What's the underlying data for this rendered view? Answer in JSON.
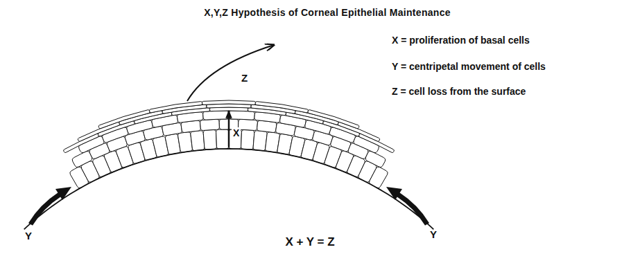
{
  "diagram": {
    "title": "X,Y,Z Hypothesis of Corneal Epithelial Maintenance",
    "labels": [
      "Z",
      "X",
      "Y",
      "Y",
      "X = proliferation of basal cells",
      "Y = centripetal movement of cells",
      "Z = cell loss from the surface",
      "X + Y = Z"
    ]
  }
}
